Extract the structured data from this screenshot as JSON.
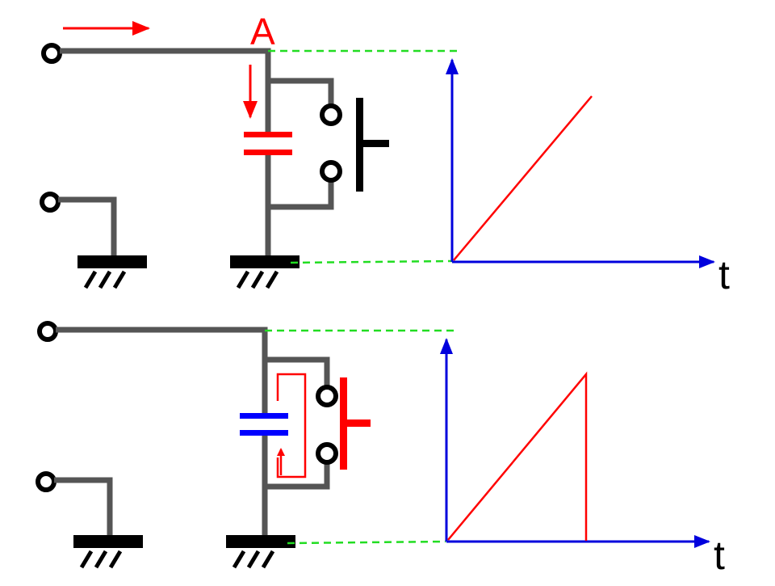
{
  "colors": {
    "wire": "#555555",
    "charge": "#ff0000",
    "discharged_cap": "#0000ff",
    "axis": "#0000dd",
    "guide": "#22dd22",
    "ground": "#000000",
    "terminal": "#000000"
  },
  "top_circuit": {
    "node_label": "A",
    "switch_state": "open",
    "current_arrows": [
      "right",
      "down"
    ]
  },
  "bottom_circuit": {
    "switch_state": "closed",
    "current_arrows": [
      "up"
    ]
  },
  "top_graph": {
    "axis_label": "t",
    "curve": "ramp-up"
  },
  "bottom_graph": {
    "axis_label": "t",
    "curve": "ramp-up-then-drop"
  }
}
